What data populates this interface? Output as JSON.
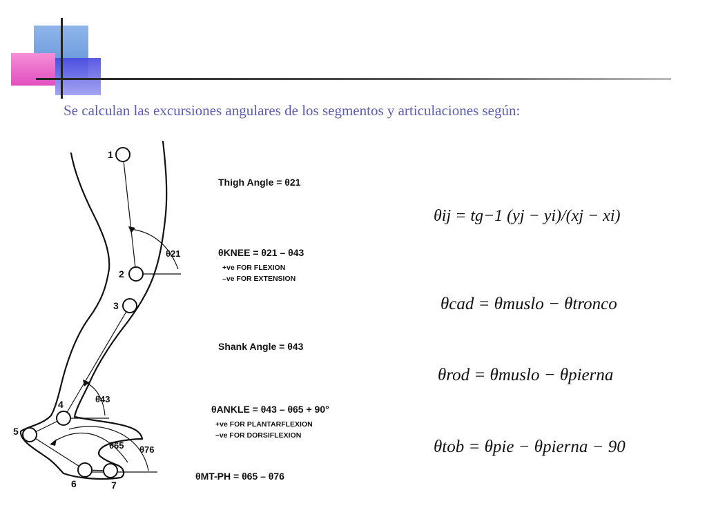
{
  "title": "Se calculan las excursiones angulares de los segmentos y articulaciones según:",
  "diagram": {
    "node_labels": [
      "1",
      "2",
      "3",
      "4",
      "5",
      "6",
      "7"
    ],
    "angle_labels": {
      "a21": "θ21",
      "a43": "θ43",
      "a65": "θ65",
      "a76": "θ76"
    }
  },
  "legend": {
    "thigh": "Thigh Angle = θ21",
    "knee": "θKNEE = θ21 – θ43",
    "knee_note1": "+ve FOR FLEXION",
    "knee_note2": "–ve FOR EXTENSION",
    "shank": "Shank Angle = θ43",
    "ankle": "θANKLE = θ43 – θ65 + 90°",
    "ankle_note1": "+ve FOR PLANTARFLEXION",
    "ankle_note2": "–ve FOR DORSIFLEXION",
    "mtph": "θMT-PH = θ65 – θ76"
  },
  "equations": {
    "general": "θij = tg−1 (yj − yi)/(xj − xi)",
    "cad": "θcad = θmuslo − θtronco",
    "rod": "θrod = θmuslo − θpierna",
    "tob": "θtob = θpie − θpierna − 90"
  },
  "colors": {
    "title": "#5c5cb0",
    "square_blue": "#6f9bdc",
    "square_pink": "#ee6ccc",
    "square_violet": "#5a5ae0",
    "rule": "#555555"
  }
}
